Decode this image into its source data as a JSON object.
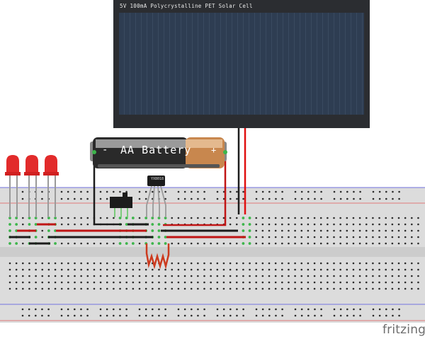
{
  "app": "fritzing",
  "watermark": "fritzing",
  "components": {
    "solar_cell": {
      "label": "5V 100mA Polycrystalline PET Solar Cell"
    },
    "battery": {
      "label": "AA Battery",
      "minus": "-",
      "plus": "+",
      "colors": {
        "body": "#2a2a2a",
        "cap": "#c8874e"
      }
    },
    "ic": {
      "label": "YX8018"
    },
    "leds": [
      {
        "color": "#e22b2b"
      },
      {
        "color": "#e22b2b"
      },
      {
        "color": "#e22b2b"
      }
    ],
    "switch": {
      "type": "slide-switch"
    },
    "inductor": {
      "type": "coil",
      "color": "#cc3a1e"
    }
  },
  "wire_colors": {
    "red": "#d41515",
    "black": "#1c1c1c",
    "connected": "#3cb54a"
  },
  "breadboard": {
    "colors": {
      "body": "#d9d9d9",
      "rail_blue": "#7f7fe0",
      "rail_red": "#e07070",
      "hole": "#2a2a2a"
    }
  }
}
